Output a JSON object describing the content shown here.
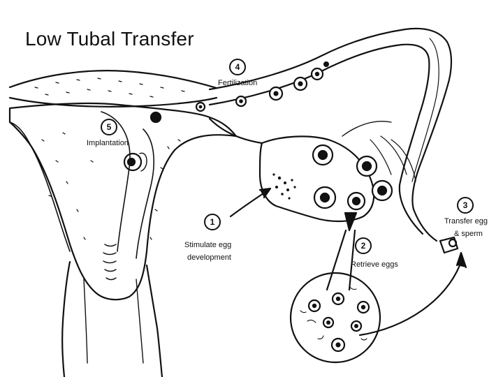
{
  "title": "Low Tubal Transfer",
  "steps": [
    {
      "number": "1",
      "lines": [
        "Stimulate egg",
        "development"
      ]
    },
    {
      "number": "2",
      "lines": [
        "Retrieve eggs"
      ]
    },
    {
      "number": "3",
      "lines": [
        "Transfer egg",
        "& sperm"
      ]
    },
    {
      "number": "4",
      "lines": [
        "Fertilization"
      ]
    },
    {
      "number": "5",
      "lines": [
        "Implantation"
      ]
    }
  ],
  "colors": {
    "ink": "#111111",
    "background": "#ffffff"
  }
}
